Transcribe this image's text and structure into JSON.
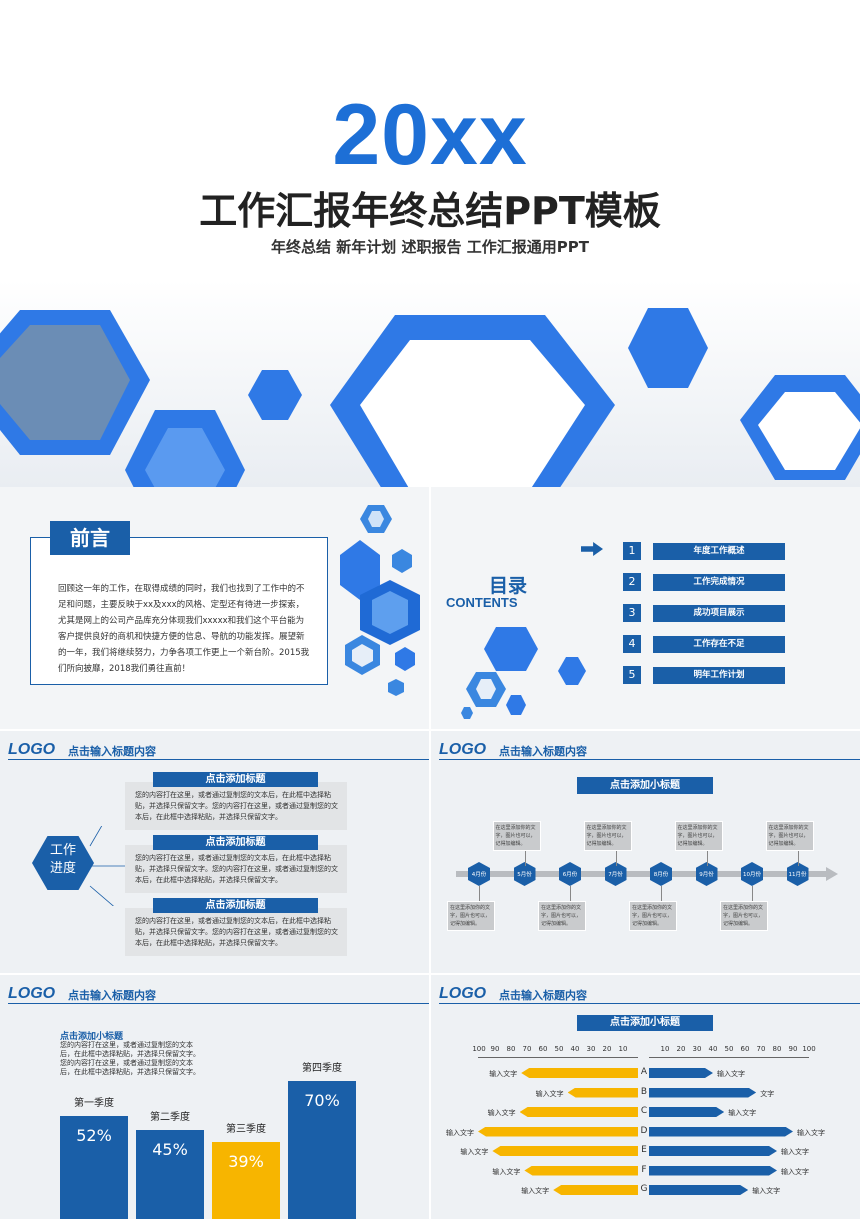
{
  "cover": {
    "year": "20xx",
    "title": "工作汇报年终总结PPT模板",
    "subtitle": "年终总结 新年计划 述职报告 工作汇报通用PPT"
  },
  "preface": {
    "title": "前言",
    "body": "回顾这一年的工作，在取得成绩的同时，我们也找到了工作中的不足和问题，主要反映于xx及xxx的风格、定型还有待进一步探索，尤其是网上的公司产品库充分体现我们xxxxx和我们这个平台能为客户提供良好的商机和快捷方便的信息、导航的功能发挥。展望新的一年，我们将继续努力，力争各项工作更上一个新台阶。2015我们所向披靡，2018我们勇往直前！"
  },
  "toc": {
    "title": "目录",
    "subtitle": "CONTENTS",
    "items": [
      {
        "num": "1",
        "label": "年度工作概述"
      },
      {
        "num": "2",
        "label": "工作完成情况"
      },
      {
        "num": "3",
        "label": "成功项目展示"
      },
      {
        "num": "4",
        "label": "工作存在不足"
      },
      {
        "num": "5",
        "label": "明年工作计划"
      }
    ]
  },
  "slide3": {
    "logo": "LOGO",
    "heading": "点击输入标题内容",
    "center": "工作\n进度",
    "blocks": [
      {
        "title": "点击添加标题",
        "text": "您的内容打在这里，或者通过复制您的文本后，在此框中选择粘贴，并选择只保留文字。您的内容打在这里，或者通过复制您的文本后，在此框中选择粘贴，并选择只保留文字。"
      },
      {
        "title": "点击添加标题",
        "text": "您的内容打在这里，或者通过复制您的文本后，在此框中选择粘贴，并选择只保留文字。您的内容打在这里，或者通过复制您的文本后，在此框中选择粘贴，并选择只保留文字。"
      },
      {
        "title": "点击添加标题",
        "text": "您的内容打在这里，或者通过复制您的文本后，在此框中选择粘贴，并选择只保留文字。您的内容打在这里，或者通过复制您的文本后，在此框中选择粘贴，并选择只保留文字。"
      }
    ]
  },
  "slide4": {
    "logo": "LOGO",
    "heading": "点击输入标题内容",
    "subtitle": "点击添加小标题",
    "months": [
      "4月份",
      "5月份",
      "6月份",
      "7月份",
      "8月份",
      "9月份",
      "10月份",
      "11月份"
    ],
    "note": "在这里添加你的文字，图片也可以，记得加编辑。"
  },
  "slide5": {
    "logo": "LOGO",
    "heading": "点击输入标题内容",
    "subtitle": "点击添加小标题",
    "desc": "您的内容打在这里，或者通过复制您的文本后，在此框中选择粘贴，并选择只保留文字。您的内容打在这里，或者通过复制您的文本后，在此框中选择粘贴，并选择只保留文字。",
    "colors": {
      "blue": "#1a5fa8",
      "yellow": "#f7b500"
    }
  },
  "slide6": {
    "logo": "LOGO",
    "heading": "点击输入标题内容",
    "subtitle": "点击添加小标题",
    "input_label": "输入文字",
    "text_label": "文字",
    "ticks_left": [
      "100",
      "90",
      "80",
      "70",
      "60",
      "50",
      "40",
      "30",
      "20",
      "10"
    ],
    "ticks_right": [
      "10",
      "20",
      "30",
      "40",
      "50",
      "60",
      "70",
      "80",
      "90",
      "100"
    ]
  },
  "chart_data": [
    {
      "type": "bar",
      "categories": [
        "第一季度",
        "第二季度",
        "第三季度",
        "第四季度"
      ],
      "values": [
        52,
        45,
        39,
        70
      ],
      "labels": [
        "52%",
        "45%",
        "39%",
        "70%"
      ],
      "colors": [
        "#1a5fa8",
        "#1a5fa8",
        "#f7b500",
        "#1a5fa8"
      ]
    },
    {
      "type": "bar",
      "orientation": "horizontal-butterfly",
      "categories": [
        "A",
        "B",
        "C",
        "D",
        "E",
        "F",
        "G"
      ],
      "left_values": [
        73,
        44,
        74,
        100,
        91,
        71,
        53
      ],
      "right_values": [
        40,
        67,
        47,
        90,
        80,
        80,
        62
      ],
      "left_color": "#f7b500",
      "right_color": "#1a5fa8",
      "xlim": [
        0,
        100
      ]
    }
  ]
}
